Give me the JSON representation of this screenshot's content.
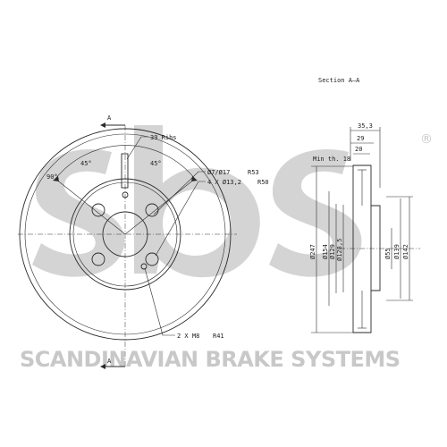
{
  "section_title": "Section A–A",
  "section_marker_top": "A",
  "section_marker_bottom": "A",
  "brand": {
    "tagline": "SCANDINAVIAN BRAKE SYSTEMS",
    "registered_symbol": "®",
    "logo_letters": "sbs"
  },
  "front_view": {
    "ribs": "39 Ribs",
    "angle_left": "45°",
    "angle_right": "45°",
    "angle_side": "90°",
    "center_bore": "Ø7/Ø17",
    "center_bore_radius": "R53",
    "bolt_holes": "4 X Ø13,2",
    "bolt_holes_radius": "R50",
    "thread_holes": "2 X M8",
    "thread_holes_radius": "R41"
  },
  "section_view": {
    "dim_total_width": "35,3",
    "dim_disc_width": "29",
    "dim_min_width": "20",
    "min_thickness": "Min th. 18",
    "dia_outer": "Ø247",
    "dia_154": "Ø154",
    "dia_129": "Ø129",
    "dia_128_5": "Ø128,5",
    "dia_55": "Ø55",
    "dia_139": "Ø139",
    "dia_142": "Ø142"
  }
}
